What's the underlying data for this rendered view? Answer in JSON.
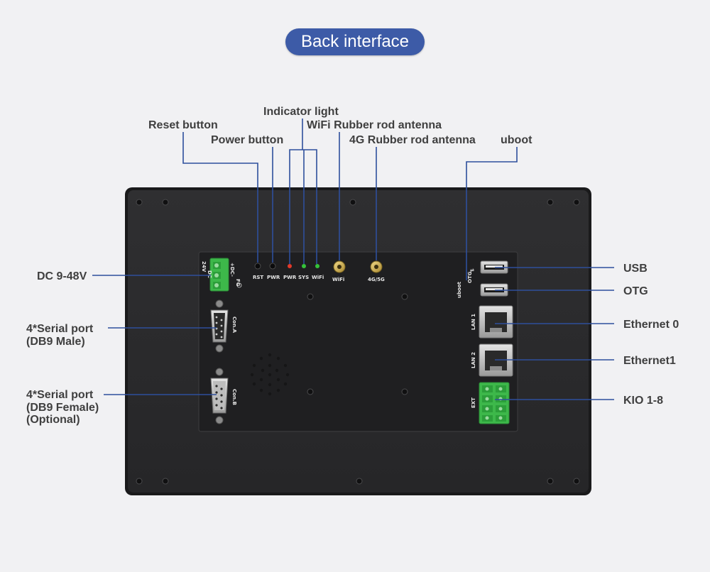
{
  "title": "Back interface",
  "callouts": {
    "reset_button": "Reset button",
    "indicator_light": "Indicator light",
    "wifi_antenna": "WiFi Rubber rod antenna",
    "power_button": "Power button",
    "antenna_4g": "4G Rubber rod antenna",
    "uboot": "uboot",
    "dc_input": "DC 9-48V",
    "serial_male_line1": "4*Serial port",
    "serial_male_line2": "(DB9 Male)",
    "serial_female_line1": "4*Serial port",
    "serial_female_line2": "(DB9 Female)",
    "serial_female_line3": "(Optional)",
    "usb": "USB",
    "otg": "OTG",
    "ethernet0": "Ethernet 0",
    "ethernet1": "Ethernet1",
    "kio": "KIO 1-8"
  },
  "device_labels": {
    "rst": "RST",
    "pwr_button": "PWR",
    "pwr_led": "PWR",
    "sys_led": "SYS",
    "wifi_led": "WiFi",
    "wifi_antenna": "WiFi",
    "antenna_4g": "4G/5G",
    "dc_24v": "24V",
    "dc_dc": "DC",
    "dc_plus": "+DC-",
    "fg": "FG",
    "con_a": "Con.A",
    "con_b": "Con.B",
    "uboot": "uboot",
    "otg": "OTG",
    "lan1": "LAN 1",
    "lan2": "LAN 2",
    "ext": "EXT"
  },
  "colors": {
    "leader_line": "#2e4f9c",
    "title_pill": "#3d5ba7",
    "led_red": "#e23a2a",
    "led_green": "#35c23a",
    "terminal_green": "#3db84a"
  }
}
